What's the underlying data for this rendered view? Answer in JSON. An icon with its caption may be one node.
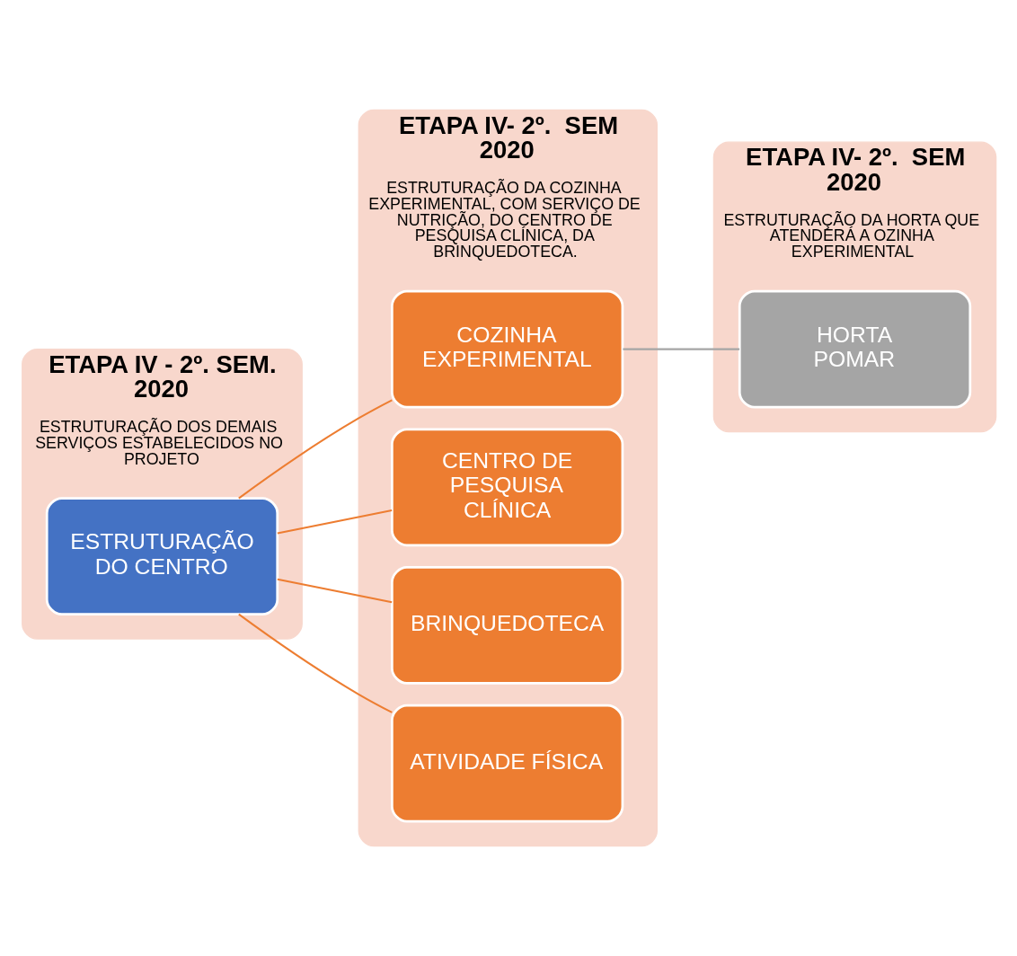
{
  "diagram": {
    "nodes": [
      {
        "text": [
          "ETAPA IV - 2º. SEM. 2020",
          "ESTRUTURAÇÃO DOS DEMAIS SERVIÇOS ESTABELECIDOS NO PROJETO"
        ]
      },
      {
        "text": [
          "ETAPA IV- 2º.  SEM 2020",
          "ESTRUTURAÇÃO DA COZINHA EXPERIMENTAL, COM SERVIÇO DE NUTRIÇÃO, DO CENTRO DE PESQUISA CLÍNICA, DA BRINQUEDOTECA."
        ]
      },
      {
        "text": [
          "ETAPA IV- 2º.  SEM 2020",
          "ESTRUTURAÇÃO DA HORTA QUE ATENDERÁ A OZINHA EXPERIMENTAL"
        ]
      },
      {
        "text": [
          "ESTRUTURAÇÃO DO CENTRO"
        ],
        "in": 0
      },
      {
        "text": [
          "COZINHA EXPERIMENTAL"
        ],
        "in": 1
      },
      {
        "text": [
          "CENTRO DE PESQUISA CLÍNICA"
        ],
        "in": 1
      },
      {
        "text": [
          "BRINQUEDOTECA"
        ],
        "in": 1
      },
      {
        "text": [
          "ATIVIDADE FÍSICA"
        ],
        "in": 1
      },
      {
        "text": [
          "HORTA",
          "POMAR"
        ],
        "in": 2
      }
    ],
    "edges": [
      {
        "from": 3,
        "to": 4,
        "arrow": "none"
      },
      {
        "from": 3,
        "to": 5,
        "arrow": "none"
      },
      {
        "from": 3,
        "to": 6,
        "arrow": "none"
      },
      {
        "from": 3,
        "to": 7,
        "arrow": "none"
      },
      {
        "from": 4,
        "to": 8,
        "arrow": "none",
        "color": "#a5a5a5"
      }
    ]
  }
}
